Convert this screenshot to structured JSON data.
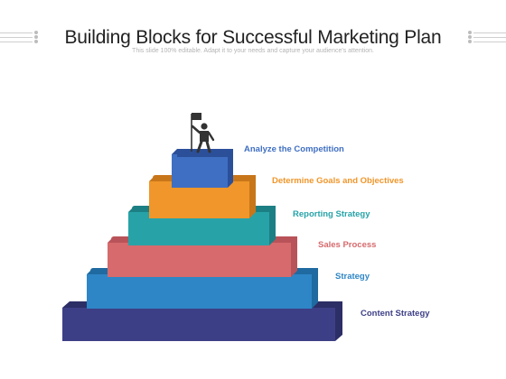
{
  "title": "Building Blocks for Successful Marketing Plan",
  "subtitle": "This slide 100% editable. Adapt it to your needs and capture your audience's attention.",
  "levels": [
    {
      "label": "Analyze the Competition",
      "color": "#3f6fc2"
    },
    {
      "label": "Determine Goals and Objectives",
      "color": "#f0962a"
    },
    {
      "label": "Reporting Strategy",
      "color": "#27a3a8"
    },
    {
      "label": "Sales Process",
      "color": "#d66a6d"
    },
    {
      "label": "Strategy",
      "color": "#2e86c6"
    },
    {
      "label": "Content Strategy",
      "color": "#3d3f86"
    }
  ],
  "icons": {
    "top": "person-with-flag-icon"
  }
}
